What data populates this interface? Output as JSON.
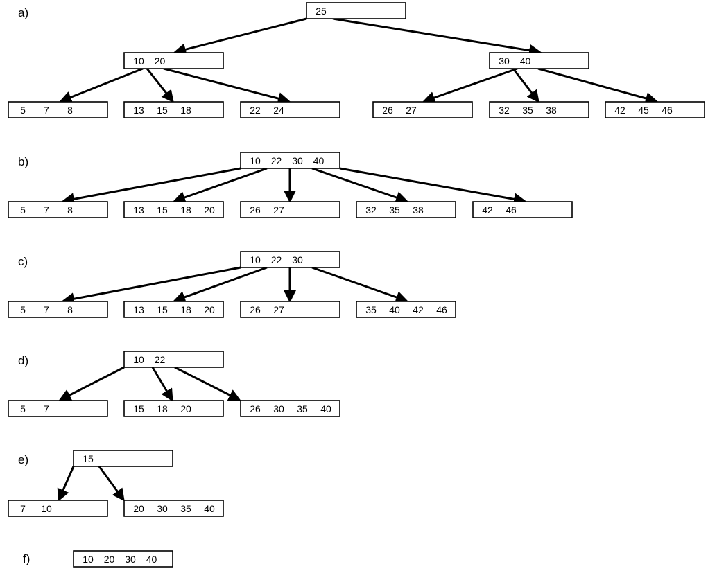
{
  "panels": [
    {
      "label": "a)",
      "root": {
        "keys": [
          "25"
        ]
      },
      "internal": [
        {
          "keys": [
            "10",
            "20"
          ]
        },
        {
          "keys": [
            "30",
            "40"
          ]
        }
      ],
      "leaves": [
        {
          "keys": [
            "5",
            "7",
            "8"
          ]
        },
        {
          "keys": [
            "13",
            "15",
            "18"
          ]
        },
        {
          "keys": [
            "22",
            "24"
          ]
        },
        {
          "keys": [
            "26",
            "27"
          ]
        },
        {
          "keys": [
            "32",
            "35",
            "38"
          ]
        },
        {
          "keys": [
            "42",
            "45",
            "46"
          ]
        }
      ]
    },
    {
      "label": "b)",
      "root": {
        "keys": [
          "10",
          "22",
          "30",
          "40"
        ]
      },
      "leaves": [
        {
          "keys": [
            "5",
            "7",
            "8"
          ]
        },
        {
          "keys": [
            "13",
            "15",
            "18",
            "20"
          ]
        },
        {
          "keys": [
            "26",
            "27"
          ]
        },
        {
          "keys": [
            "32",
            "35",
            "38"
          ]
        },
        {
          "keys": [
            "42",
            "46"
          ]
        }
      ]
    },
    {
      "label": "c)",
      "root": {
        "keys": [
          "10",
          "22",
          "30"
        ]
      },
      "leaves": [
        {
          "keys": [
            "5",
            "7",
            "8"
          ]
        },
        {
          "keys": [
            "13",
            "15",
            "18",
            "20"
          ]
        },
        {
          "keys": [
            "26",
            "27"
          ]
        },
        {
          "keys": [
            "35",
            "40",
            "42",
            "46"
          ]
        }
      ]
    },
    {
      "label": "d)",
      "root": {
        "keys": [
          "10",
          "22"
        ]
      },
      "leaves": [
        {
          "keys": [
            "5",
            "7"
          ]
        },
        {
          "keys": [
            "15",
            "18",
            "20"
          ]
        },
        {
          "keys": [
            "26",
            "30",
            "35",
            "40"
          ]
        }
      ]
    },
    {
      "label": "e)",
      "root": {
        "keys": [
          "15"
        ]
      },
      "leaves": [
        {
          "keys": [
            "7",
            "10"
          ]
        },
        {
          "keys": [
            "20",
            "30",
            "35",
            "40"
          ]
        }
      ]
    },
    {
      "label": "f)",
      "root": {
        "keys": [
          "10",
          "20",
          "30",
          "40"
        ]
      },
      "leaves": []
    }
  ]
}
